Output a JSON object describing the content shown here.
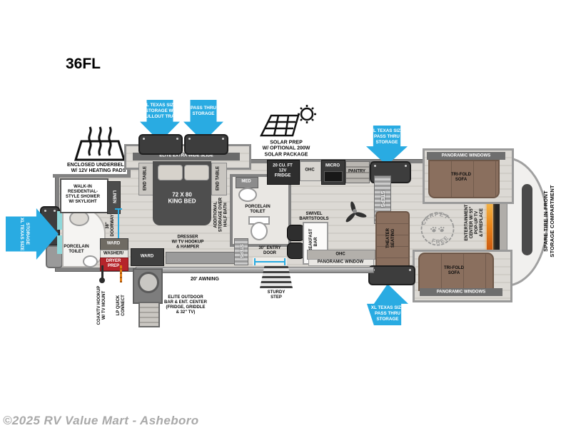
{
  "title": "36FL",
  "copyright": "©2025 RV Value Mart - Asheboro",
  "colors": {
    "callout_blue": "#29abe2",
    "accent_red": "#b5242b",
    "sofa_brown": "#8a6f5e",
    "fireplace_orange": "#f39c12"
  },
  "callouts": {
    "pullout": "XL TEXAS SIZE\nSTORAGE W/\nPULLOUT TRAY",
    "passthru": "PASS THRU\nSTORAGE",
    "xl_passthru_top": "XL TEXAS SIZE\nPASS THRU\nSTORAGE",
    "xl_storage_rear": "XL TEXAS SIZE\nSTORAGE",
    "xl_passthru_bottom": "XL TEXAS SIZE\nPASS THRU\nSTORAGE"
  },
  "features": {
    "underbelly": "ENCLOSED UNDERBELLY\nW/ 12V HEATING PADS",
    "solar": "SOLAR PREP\nW/ OPTIONAL 200W\nSOLAR PACKAGE"
  },
  "bath": {
    "shower": "WALK-IN\nRESIDENTIAL-\nSTYLE SHOWER\nW/ SKYLIGHT",
    "linen": "LINEN",
    "toilet": "PORCELAIN\nTOILET",
    "doorway": "38\"\nDOORWAY"
  },
  "bedroom": {
    "slide": "ELITE EXTRA WIDE SLIDE",
    "end_table_left": "END TABLE",
    "end_table_right": "END TABLE",
    "bed": "72 X 80\nKING BED",
    "dresser": "DRESSER\nW/ TV HOOKUP\n& HAMPER",
    "ward_small": "WARD",
    "washer": "WASHER/",
    "dryer": "DRYER\nPREP",
    "ward_large": "WARD"
  },
  "half_bath": {
    "storage": "ADDITIONAL\nSTORAGE OVER\nHALF BATH",
    "med": "MED",
    "toilet": "PORCELAIN\nTOILET",
    "steps": "STEPS"
  },
  "kitchen": {
    "fridge": "20 CU. FT\n12V\nFRIDGE",
    "ohc": "OHC",
    "micro": "MICRO",
    "pantry": "PANTRY",
    "stools": "SWIVEL\nBARTSTOOLS",
    "bar": "BREAKFAST\nBAR",
    "ohc2": "OHC",
    "window": "PANORAMIC WINDOW"
  },
  "living": {
    "steps": "STEPS",
    "theater": "THEATER\nSEATING",
    "carpet_top": "CARPET",
    "carpet_bottom": "FREE",
    "entertainment": "ENTERTAINMENT\nCENTER W/ 55\"\nPOP-UP TV\n& FIREPLACE",
    "sofa_top": "TRI-FOLD\nSOFA",
    "sofa_bottom": "TRI-FOLD\nSOFA",
    "windows_top": "PANORAMIC WINDOWS",
    "windows_bottom": "PANORAMIC WINDOWS"
  },
  "front": {
    "spare": "SPARE TIRE IN FRONT\nSTORAGE COMPARTMENT"
  },
  "exterior": {
    "door": "30\" ENTRY\nDOOR",
    "step": "STURDY\nSTEP",
    "awning": "20' AWNING",
    "outdoor": "ELITE OUTDOOR\nBAR & ENT. CENTER\n(FRIDGE, GRIDDLE\n& 32\" TV)",
    "coax": "COAX/TV HOOKUP\nW/ TV MOUNT",
    "lp": "LP QUICK\nCONNECT"
  }
}
